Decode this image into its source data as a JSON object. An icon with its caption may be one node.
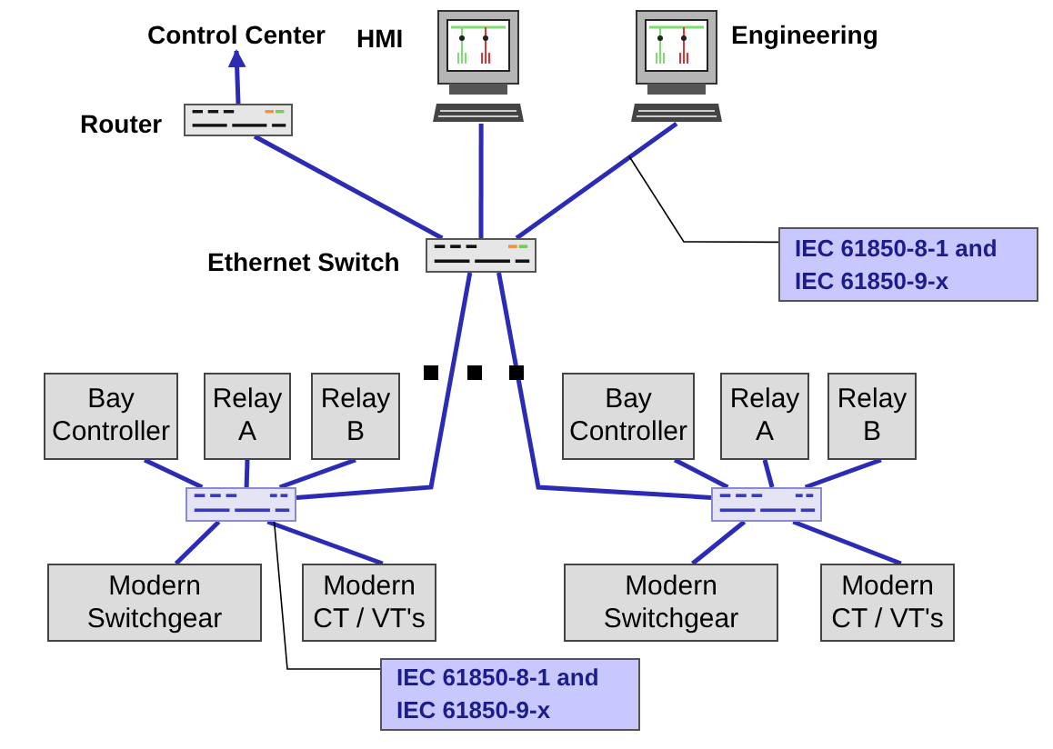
{
  "diagram": {
    "nodes": [
      {
        "text": [
          "Control Center"
        ]
      },
      {
        "text": [],
        "shape": "box",
        "beside": [
          "Router"
        ]
      },
      {
        "text": [],
        "shape": "computer",
        "beside": [
          "HMI"
        ]
      },
      {
        "text": [],
        "shape": "computer",
        "beside": [
          "Engineering"
        ]
      },
      {
        "text": [],
        "shape": "box",
        "beside": [
          "Ethernet Switch"
        ]
      },
      {
        "text": [
          "IEC 61850-8-1 and IEC 61850-9-x"
        ]
      },
      {
        "text": [
          "Bay Controller"
        ]
      },
      {
        "text": [
          "Relay A"
        ]
      },
      {
        "text": [
          "Relay B"
        ]
      },
      {
        "text": [],
        "shape": "box"
      },
      {
        "text": [
          "Modern Switchgear"
        ]
      },
      {
        "text": [
          "Modern CT / VT's"
        ]
      },
      {
        "text": [
          "IEC 61850-8-1 and IEC 61850-9-x"
        ]
      },
      {
        "text": [
          "Bay Controller"
        ]
      },
      {
        "text": [
          "Relay A"
        ]
      },
      {
        "text": [
          "Relay B"
        ]
      },
      {
        "text": [],
        "shape": "box"
      },
      {
        "text": [
          "Modern Switchgear"
        ]
      },
      {
        "text": [
          "Modern CT / VT's"
        ]
      }
    ],
    "edges": [
      {
        "from": 1,
        "to": 0,
        "arrow": "to"
      },
      {
        "from": 1,
        "to": 4,
        "arrow": "none"
      },
      {
        "from": 2,
        "to": 4,
        "arrow": "none"
      },
      {
        "from": 3,
        "to": 4,
        "arrow": "none"
      },
      {
        "from": 4,
        "to": 9,
        "arrow": "none"
      },
      {
        "from": 4,
        "to": 16,
        "arrow": "none"
      },
      {
        "from": 5,
        "to": null,
        "arrow": "none",
        "color": "#000000"
      },
      {
        "from": 6,
        "to": 9,
        "arrow": "none"
      },
      {
        "from": 7,
        "to": 9,
        "arrow": "none"
      },
      {
        "from": 8,
        "to": 9,
        "arrow": "none"
      },
      {
        "from": 9,
        "to": 10,
        "arrow": "none"
      },
      {
        "from": 9,
        "to": 11,
        "arrow": "none"
      },
      {
        "from": 12,
        "to": 9,
        "arrow": "none",
        "color": "#000000"
      },
      {
        "from": 13,
        "to": 16,
        "arrow": "none"
      },
      {
        "from": 14,
        "to": 16,
        "arrow": "none"
      },
      {
        "from": 15,
        "to": 16,
        "arrow": "none"
      },
      {
        "from": 16,
        "to": 17,
        "arrow": "none"
      },
      {
        "from": 16,
        "to": 18,
        "arrow": "none"
      }
    ]
  }
}
